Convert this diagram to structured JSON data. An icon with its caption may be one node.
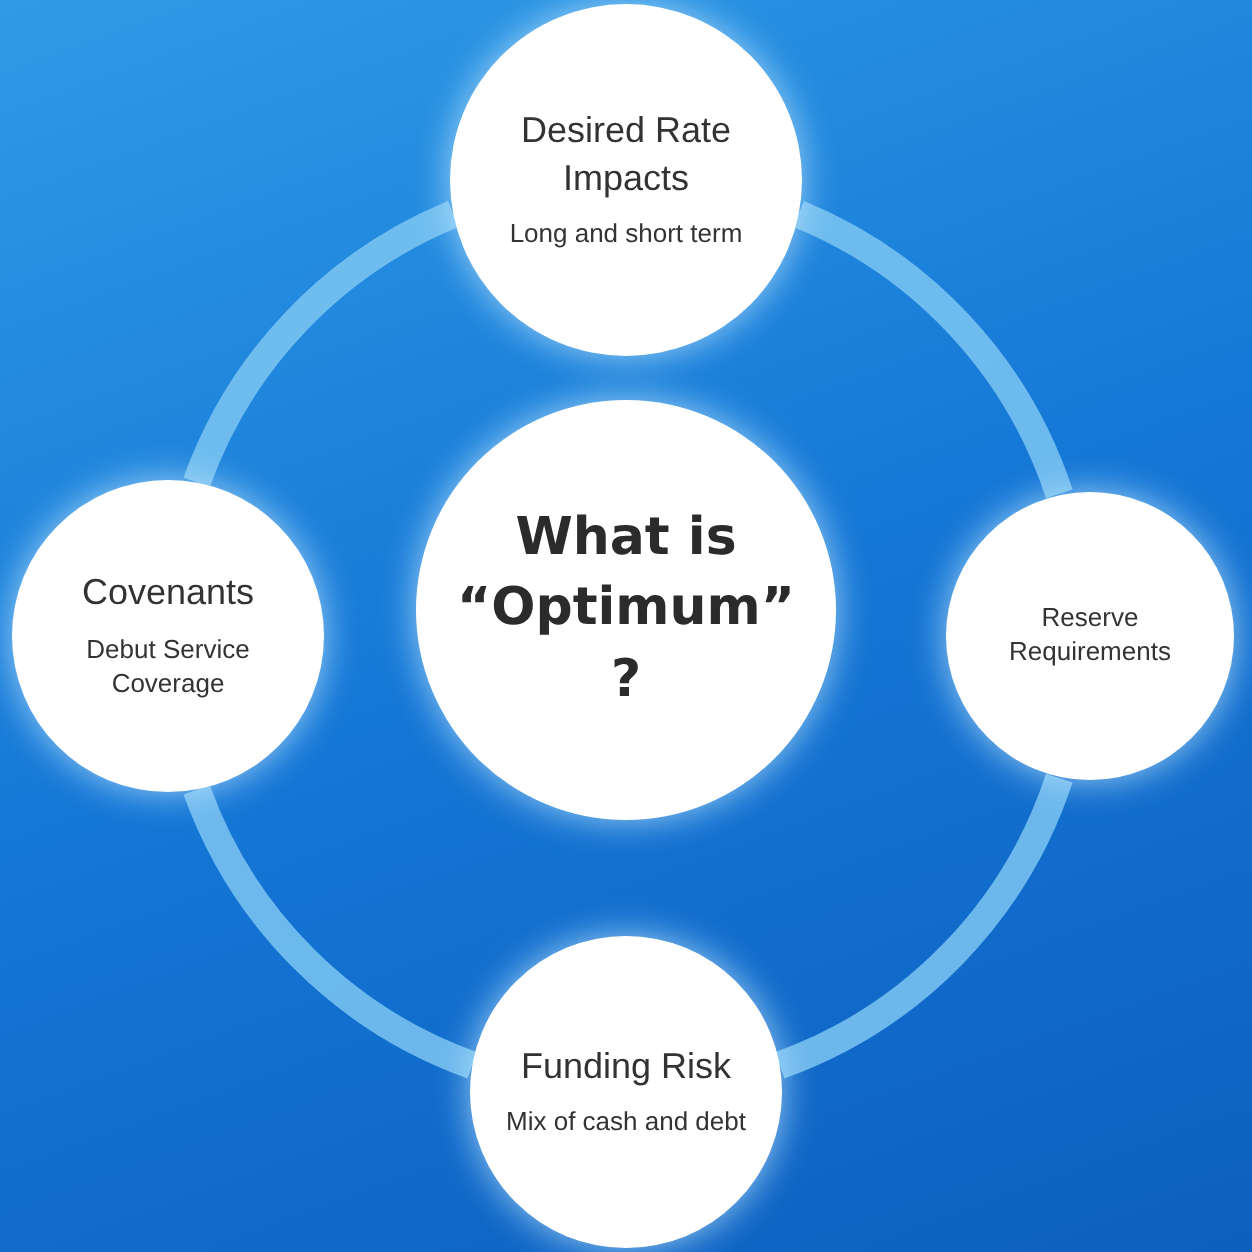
{
  "diagram": {
    "nodes": [
      {
        "text": [
          "What is “Optimum” ?"
        ]
      },
      {
        "text": [
          "Desired Rate Impacts",
          "Long and short term"
        ]
      },
      {
        "text": [
          "Reserve Requirements"
        ]
      },
      {
        "text": [
          "Funding Risk",
          "Mix of cash and debt"
        ]
      },
      {
        "text": [
          "Covenants",
          "Debut Service Coverage"
        ]
      }
    ],
    "edges": [
      {
        "from": 1,
        "to": 2,
        "arrow": "none"
      },
      {
        "from": 2,
        "to": 3,
        "arrow": "none"
      },
      {
        "from": 3,
        "to": 4,
        "arrow": "none"
      },
      {
        "from": 4,
        "to": 1,
        "arrow": "none"
      }
    ]
  }
}
